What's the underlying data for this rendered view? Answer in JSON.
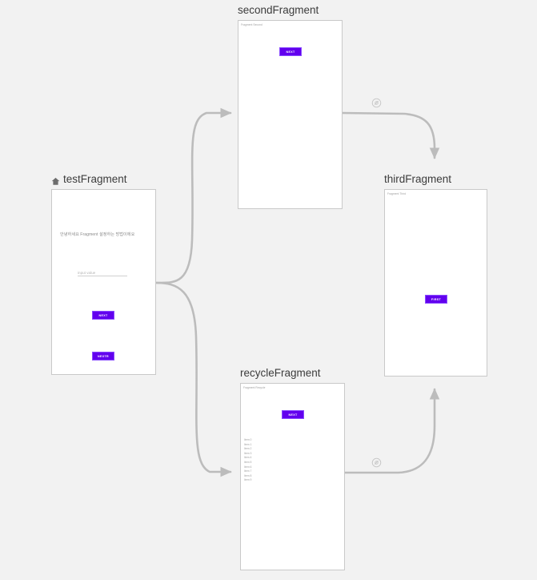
{
  "editor": {
    "name": "navigation-graph-editor",
    "background_color": "#f2f2f2"
  },
  "theme": {
    "node_border": "#c9c9c9",
    "node_fill": "#ffffff",
    "connector": "#bcbcbc",
    "button_fill": "#6200ee",
    "button_border": "#8a4dff",
    "title_color": "#3c3c3c",
    "hint_color": "#b4b4b4"
  },
  "destinations": [
    {
      "id": "testFragment",
      "title": "testFragment",
      "is_start_destination": true,
      "start_icon": "home-icon",
      "widgets": {
        "hello_text": "안녕하세요 Fragment 설정하는 방법이에요",
        "input_hint": "input value",
        "buttons": [
          {
            "label": "NEXT"
          },
          {
            "label": "NEXTR"
          }
        ]
      }
    },
    {
      "id": "secondFragment",
      "title": "secondFragment",
      "is_start_destination": false,
      "widgets": {
        "label": "Fragment Second",
        "buttons": [
          {
            "label": "NEXT"
          }
        ]
      }
    },
    {
      "id": "thirdFragment",
      "title": "thirdFragment",
      "is_start_destination": false,
      "widgets": {
        "label": "Fragment Third",
        "buttons": [
          {
            "label": "FIRST"
          }
        ]
      }
    },
    {
      "id": "recycleFragment",
      "title": "recycleFragment",
      "is_start_destination": false,
      "widgets": {
        "label": "Fragment Recycle",
        "buttons": [
          {
            "label": "NEXT"
          }
        ],
        "list_items": [
          "Item 0",
          "Item 1",
          "Item 2",
          "Item 3",
          "Item 4",
          "Item 5",
          "Item 6",
          "Item 7",
          "Item 8",
          "Item 9"
        ]
      }
    }
  ],
  "actions": [
    {
      "id": "action-test-to-second",
      "from": "testFragment",
      "to": "secondFragment",
      "badge": false
    },
    {
      "id": "action-test-to-recycle",
      "from": "testFragment",
      "to": "recycleFragment",
      "badge": false
    },
    {
      "id": "action-second-to-third",
      "from": "secondFragment",
      "to": "thirdFragment",
      "badge": true,
      "badge_icon": "action-icon"
    },
    {
      "id": "action-recycle-to-third",
      "from": "recycleFragment",
      "to": "thirdFragment",
      "badge": true,
      "badge_icon": "action-icon"
    }
  ]
}
